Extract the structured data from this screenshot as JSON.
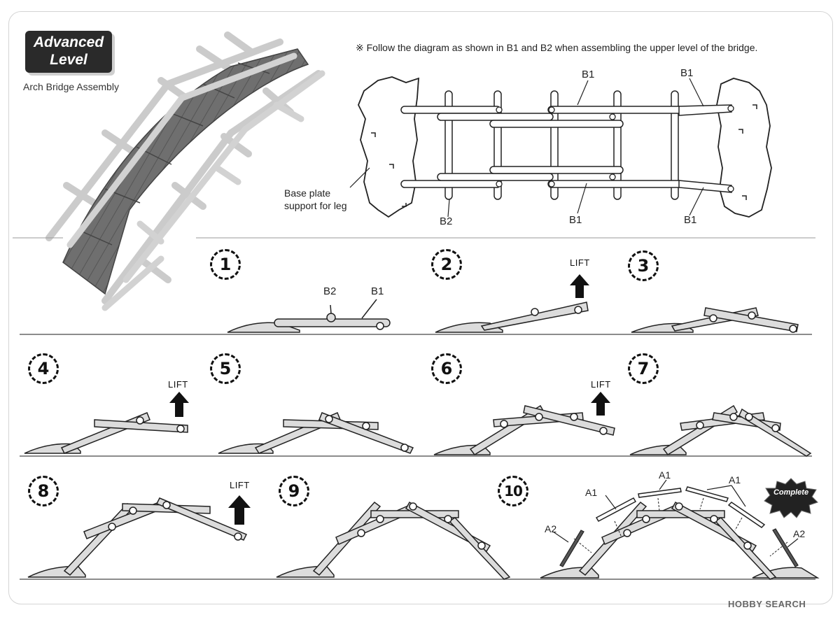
{
  "badge": {
    "line1": "Advanced",
    "line2": "Level"
  },
  "subtitle": "Arch Bridge Assembly",
  "note": "※ Follow the diagram as shown in B1 and B2 when assembling the upper level of the bridge.",
  "diagram_labels": {
    "b1_top_mid": "B1",
    "b1_top_right": "B1",
    "b2_bottom": "B2",
    "b1_bottom_mid": "B1",
    "b1_bottom_right": "B1",
    "base_plate_line1": "Base plate",
    "base_plate_line2": "support for leg"
  },
  "steps": [
    "1",
    "2",
    "3",
    "4",
    "5",
    "6",
    "7",
    "8",
    "9",
    "10"
  ],
  "step1_labels": {
    "b2": "B2",
    "b1": "B1"
  },
  "lift_label": "LIFT",
  "step10_labels": {
    "a1_left": "A1",
    "a1_top": "A1",
    "a1_right": "A1",
    "a2_left": "A2",
    "a2_right": "A2"
  },
  "complete_label": "Complete",
  "watermark": "HOBBY SEARCH",
  "colors": {
    "rod_fill": "#dcdcdc",
    "rod_stroke": "#222222",
    "deck": "#6e6e6e",
    "arrow": "#111111"
  }
}
